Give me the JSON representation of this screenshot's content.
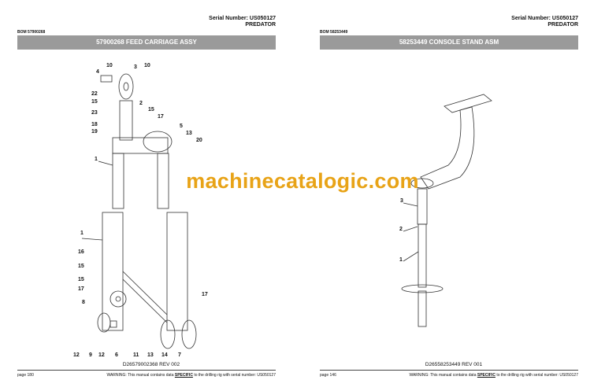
{
  "watermark": "machinecatalogic.com",
  "pages": [
    {
      "serial": "Serial Number: US050127",
      "model": "PREDATOR",
      "bom": "BOM 57900268",
      "title": "57900268 FEED CARRIAGE ASSY",
      "drawing_rev": "D26579002368 REV 002",
      "page_label": "page 180",
      "warning_pre": "WARNING:  This manual contains data ",
      "warning_bold": "SPECIFIC",
      "warning_post": " to the drilling rig with serial number: US050127",
      "callouts": [
        "10",
        "3",
        "10",
        "4",
        "22",
        "15",
        "2",
        "15",
        "23",
        "17",
        "18",
        "19",
        "5",
        "13",
        "20",
        "1",
        "1",
        "16",
        "15",
        "15",
        "17",
        "8",
        "17",
        "12",
        "9",
        "12",
        "6",
        "11",
        "13",
        "14",
        "7"
      ]
    },
    {
      "serial": "Serial Number: US050127",
      "model": "PREDATOR",
      "bom": "BOM 58253449",
      "title": "58253449 CONSOLE STAND ASM",
      "drawing_rev": "D26558253449 REV 001",
      "page_label": "page 146",
      "warning_pre": "WARNING:  This manual contains data ",
      "warning_bold": "SPECIFIC",
      "warning_post": " to the drilling rig with serial number: US050127",
      "callouts": [
        "3",
        "2",
        "1"
      ]
    }
  ]
}
